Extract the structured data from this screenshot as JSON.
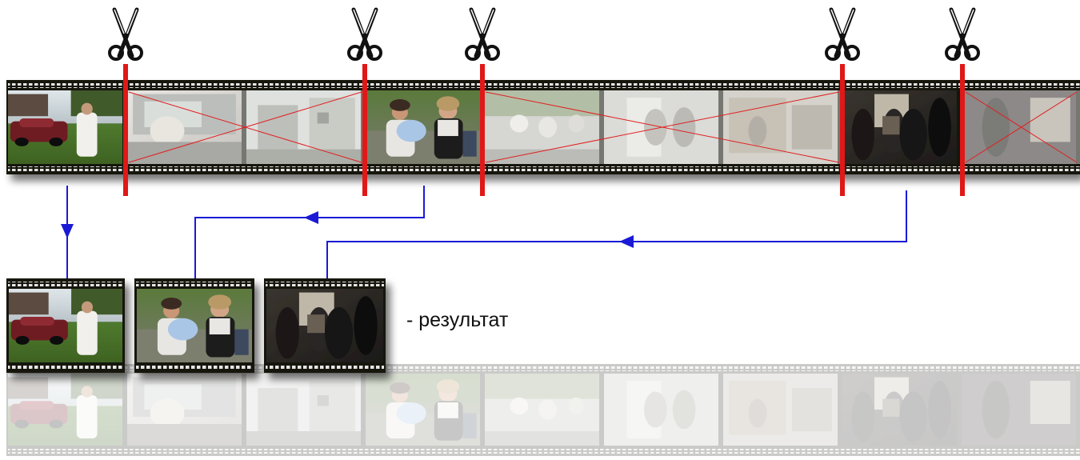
{
  "diagram": {
    "result_label": "- результат",
    "colors": {
      "cut_line": "#e01818",
      "arrow": "#1a1ad6",
      "discard_cross": "#e02020",
      "film": "#141210",
      "sprocket": "#e6e6e6",
      "background": "#ffffff"
    },
    "icons": {
      "cut": "scissors-icon"
    },
    "film_strip": {
      "frames": [
        {
          "scene": "car-on-lawn",
          "kept": true
        },
        {
          "scene": "car-window",
          "kept": false
        },
        {
          "scene": "street-houses",
          "kept": false
        },
        {
          "scene": "two-women-bouquet",
          "kept": true
        },
        {
          "scene": "group-walking",
          "kept": false
        },
        {
          "scene": "couple-at-door",
          "kept": false
        },
        {
          "scene": "building-entrance",
          "kept": false
        },
        {
          "scene": "church-interior",
          "kept": true
        },
        {
          "scene": "church-interior-2",
          "kept": false
        }
      ],
      "cut_count": 5
    },
    "result_clips": [
      {
        "scene": "car-on-lawn",
        "from_segment": 1
      },
      {
        "scene": "two-women-bouquet",
        "from_segment": 3
      },
      {
        "scene": "church-interior",
        "from_segment": 5
      }
    ]
  }
}
